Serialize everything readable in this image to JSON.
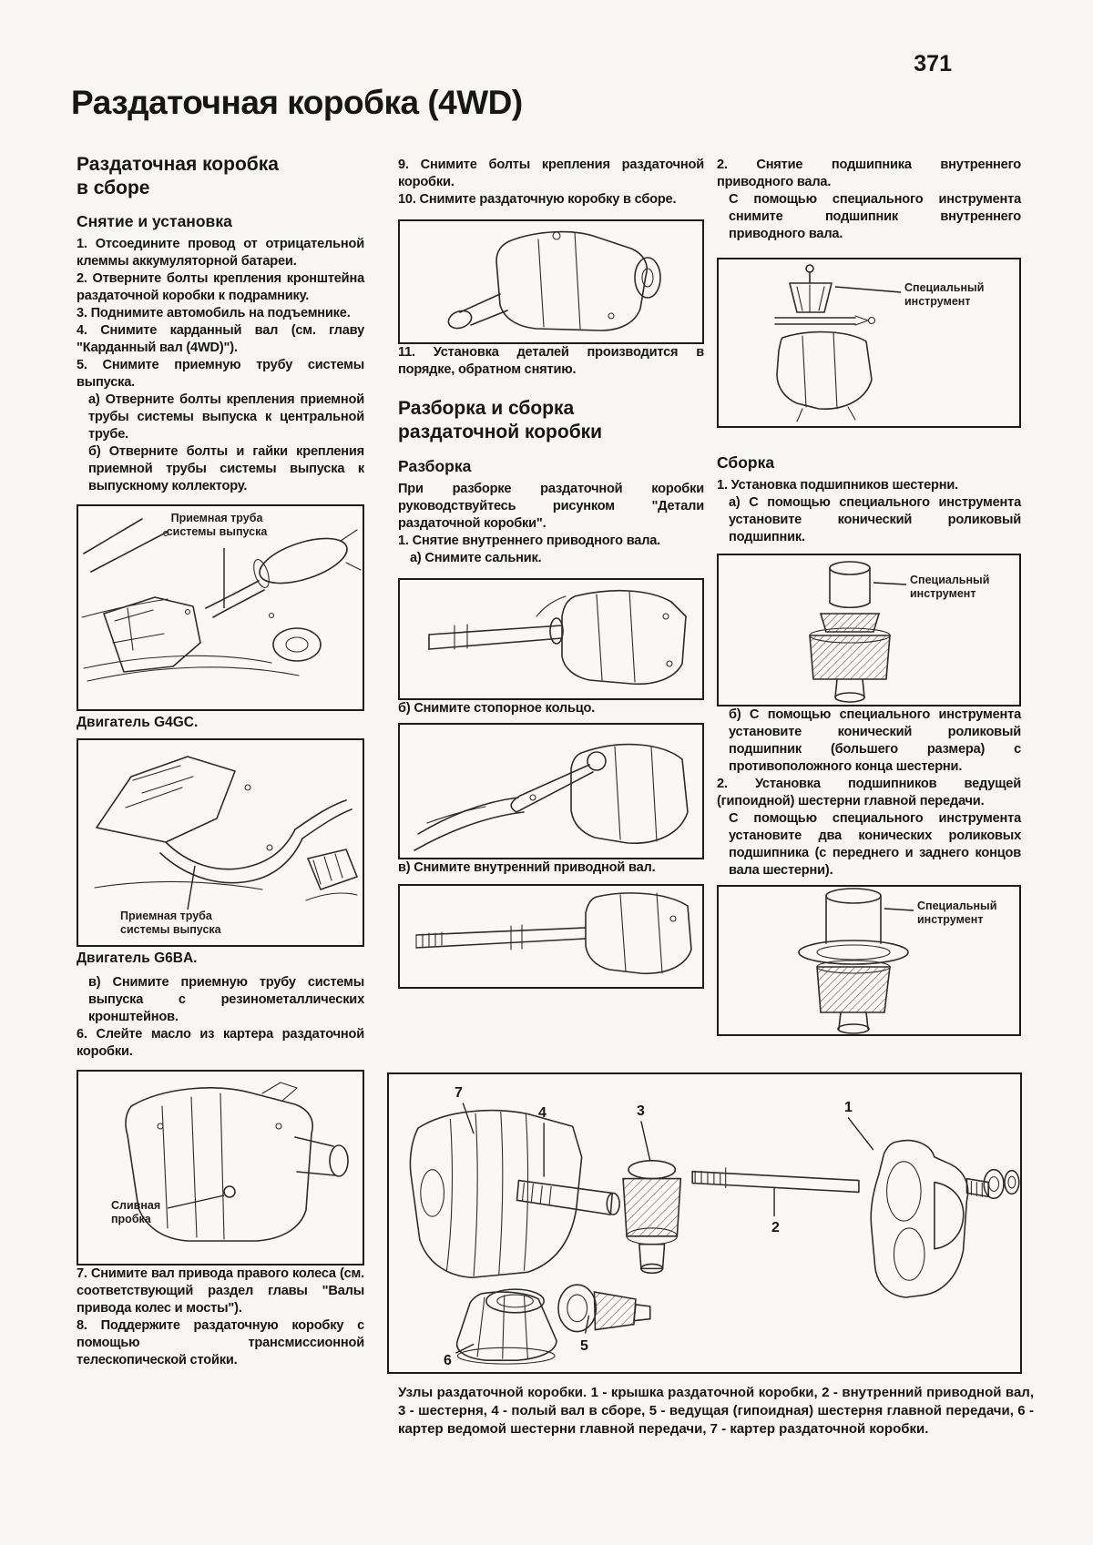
{
  "page": {
    "number": "371",
    "title": "Раздаточная коробка (4WD)"
  },
  "left_column": {
    "heading": "Раздаточная коробка\nв сборе",
    "subheading": "Снятие и установка",
    "steps_a": [
      "1. Отсоедините провод от отрицательной клеммы аккумуляторной батареи.",
      "2. Отверните болты крепления кронштейна раздаточной коробки к подрамнику.",
      "3. Поднимите автомобиль на подъемнике.",
      "4. Снимите карданный вал (см. главу \"Карданный вал (4WD)\").",
      "5. Снимите приемную трубу системы выпуска.",
      "а) Отверните болты крепления приемной трубы системы выпуска к центральной трубе.",
      "б) Отверните болты и гайки крепления приемной трубы системы выпуска к выпускному коллектору."
    ],
    "figure1": {
      "label": "Приемная труба\nсистемы выпуска",
      "caption": "Двигатель G4GC."
    },
    "figure2": {
      "label": "Приемная труба\nсистемы выпуска",
      "caption": "Двигатель G6BA."
    },
    "steps_b": [
      "в) Снимите приемную трубу системы выпуска с резинометаллических кронштейнов.",
      "6. Слейте масло из картера раздаточной коробки."
    ],
    "figure3": {
      "label": "Сливная\nпробка"
    },
    "steps_c": [
      "7. Снимите вал привода правого колеса (см. соответствующий раздел главы \"Валы привода колес и мосты\").",
      "8. Поддержите раздаточную коробку с помощью трансмиссионной телескопической стойки."
    ]
  },
  "middle_column": {
    "steps": [
      "9. Снимите болты крепления раздаточной коробки.",
      "10. Снимите раздаточную коробку в сборе."
    ],
    "step_11": "11. Установка деталей производится в порядке, обратном снятию.",
    "heading": "Разборка и сборка\nраздаточной коробки",
    "subheading": "Разборка",
    "intro": "При разборке раздаточной коробки руководствуйтесь рисунком \"Детали раздаточной коробки\".",
    "step_1": "1. Снятие внутреннего приводного вала.",
    "step_1a": "а) Снимите сальник.",
    "step_1b": "б) Снимите стопорное кольцо.",
    "step_1c": "в) Снимите внутренний приводной вал."
  },
  "right_column": {
    "step_2": "2. Снятие подшипника внутреннего приводного вала.",
    "step_2_note": "С помощью специального инструмента снимите подшипник внутреннего приводного вала.",
    "figure1": {
      "label": "Специальный\nинструмент"
    },
    "subheading": "Сборка",
    "asm_step_1": "1. Установка подшипников шестерни.",
    "asm_step_1a": "а) С помощью специального инструмента установите конический роликовый подшипник.",
    "figure2": {
      "label": "Специальный\nинструмент"
    },
    "asm_step_1b": "б) С помощью специального инструмента установите конический роликовый подшипник (большего размера) с противоположного конца шестерни.",
    "asm_step_2": "2. Установка подшипников ведущей (гипоидной) шестерни главной передачи.",
    "asm_step_2_note": "С помощью специального инструмента установите два конических роликовых подшипника (с переднего и заднего концов вала шестерни).",
    "figure3": {
      "label": "Специальный\nинструмент"
    }
  },
  "bottom": {
    "numbers": [
      "1",
      "2",
      "3",
      "4",
      "5",
      "6",
      "7"
    ],
    "caption": "Узлы раздаточной коробки. 1 - крышка раздаточной коробки, 2 - внутренний приводной вал, 3 - шестерня, 4 - полый вал в сборе, 5 - ведущая (гипоидная) шестерня главной передачи, 6 - картер ведомой шестерни главной передачи, 7 - картер раздаточной коробки."
  }
}
